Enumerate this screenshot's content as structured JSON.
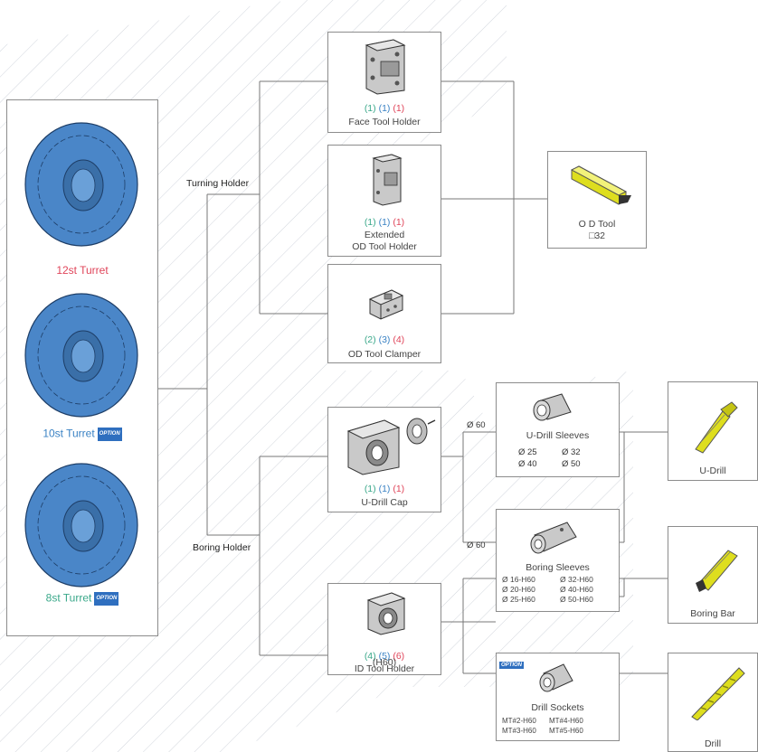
{
  "turrets": {
    "t12": {
      "label": "12st Turret"
    },
    "t10": {
      "label": "10st Turret",
      "tag": "OPTION"
    },
    "t8": {
      "label": "8st Turret",
      "tag": "OPTION"
    }
  },
  "branches": {
    "turning": "Turning Holder",
    "boring": "Boring Holder"
  },
  "face_holder": {
    "q1": "(1)",
    "q2": "(1)",
    "q3": "(1)",
    "label": "Face  Tool Holder"
  },
  "ext_holder": {
    "q1": "(1)",
    "q2": "(1)",
    "q3": "(1)",
    "label1": "Extended",
    "label2": "OD  Tool Holder"
  },
  "od_clamper": {
    "q1": "(2)",
    "q2": "(3)",
    "q3": "(4)",
    "label": "OD Tool Clamper"
  },
  "od_tool": {
    "label": "O D  Tool",
    "size": "□32"
  },
  "udrill_cap": {
    "q1": "(1)",
    "q2": "(1)",
    "q3": "(1)",
    "label": "U-Drill Cap"
  },
  "id_holder": {
    "q1": "(4)",
    "q2": "(5)",
    "q3": "(6)",
    "label1": "ID Tool Holder",
    "label2": "(H60)"
  },
  "phi60_a": "Ø 60",
  "phi60_b": "Ø 60",
  "udrill_sleeves": {
    "label": "U-Drill Sleeves",
    "s1": "Ø 25",
    "s2": "Ø 32",
    "s3": "Ø 40",
    "s4": "Ø 50"
  },
  "boring_sleeves": {
    "label": "Boring  Sleeves",
    "s1": "Ø 16-H60",
    "s2": "Ø 32-H60",
    "s3": "Ø 20-H60",
    "s4": "Ø 40-H60",
    "s5": "Ø 25-H60",
    "s6": "Ø 50-H60"
  },
  "drill_sockets": {
    "tag": "OPTION",
    "label": "Drill Sockets",
    "s1": "MT#2-H60",
    "s2": "MT#4-H60",
    "s3": "MT#3-H60",
    "s4": "MT#5-H60"
  },
  "tools": {
    "udrill": "U-Drill",
    "boring_bar": "Boring Bar",
    "drill": "Drill"
  },
  "colors": {
    "turret_blue": "#4a86c8",
    "tool_yellow": "#dede1e",
    "qty_green": "#3aa88a",
    "qty_blue": "#3a82c4",
    "qty_red": "#e0455a"
  }
}
